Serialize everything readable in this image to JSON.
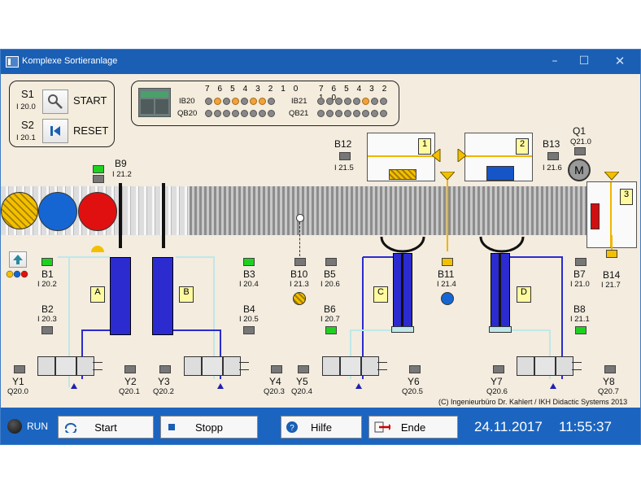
{
  "window": {
    "title": "Komplexe Sortieranlage"
  },
  "panel": {
    "s1": {
      "label": "S1",
      "addr": "I 20.0",
      "text": "START"
    },
    "s2": {
      "label": "S2",
      "addr": "I 20.1",
      "text": "RESET"
    }
  },
  "io": {
    "bits": "7 6 5 4 3 2 1 0",
    "ib20": "IB20",
    "qb20": "QB20",
    "ib21": "IB21",
    "qb21": "QB21"
  },
  "sensors": {
    "b1": {
      "label": "B1",
      "addr": "I 20.2"
    },
    "b2": {
      "label": "B2",
      "addr": "I 20.3"
    },
    "b3": {
      "label": "B3",
      "addr": "I 20.4"
    },
    "b4": {
      "label": "B4",
      "addr": "I 20.5"
    },
    "b5": {
      "label": "B5",
      "addr": "I 20.6"
    },
    "b6": {
      "label": "B6",
      "addr": "I 20.7"
    },
    "b7": {
      "label": "B7",
      "addr": "I 21.0"
    },
    "b8": {
      "label": "B8",
      "addr": "I 21.1"
    },
    "b9": {
      "label": "B9",
      "addr": "I 21.2"
    },
    "b10": {
      "label": "B10",
      "addr": "I 21.3"
    },
    "b11": {
      "label": "B11",
      "addr": "I 21.4"
    },
    "b12": {
      "label": "B12",
      "addr": "I 21.5"
    },
    "b13": {
      "label": "B13",
      "addr": "I 21.6"
    },
    "b14": {
      "label": "B14",
      "addr": "I 21.7"
    }
  },
  "motor": {
    "label": "Q1",
    "addr": "Q21.0",
    "symbol": "M"
  },
  "stations": {
    "s1": "1",
    "s2": "2",
    "s3": "3"
  },
  "cylinders": {
    "a": "A",
    "b": "B",
    "c": "C",
    "d": "D"
  },
  "valves": {
    "y1": {
      "label": "Y1",
      "addr": "Q20.0"
    },
    "y2": {
      "label": "Y2",
      "addr": "Q20.1"
    },
    "y3": {
      "label": "Y3",
      "addr": "Q20.2"
    },
    "y4": {
      "label": "Y4",
      "addr": "Q20.3"
    },
    "y5": {
      "label": "Y5",
      "addr": "Q20.4"
    },
    "y6": {
      "label": "Y6",
      "addr": "Q20.5"
    },
    "y7": {
      "label": "Y7",
      "addr": "Q20.6"
    },
    "y8": {
      "label": "Y8",
      "addr": "Q20.7"
    }
  },
  "copyright": "(C) Ingenieurbüro Dr. Kahlert / IKH Didactic Systems 2013",
  "toolbar": {
    "run": "RUN",
    "start": "Start",
    "stop": "Stopp",
    "help": "Hilfe",
    "end": "Ende",
    "date": "24.11.2017",
    "time": "11:55:37"
  },
  "colors": {
    "titlebar": "#1a5fb4",
    "bottombar": "#1b65c0",
    "cylinder": "#2b2bcf",
    "sensor_on": "#1fd11f"
  }
}
